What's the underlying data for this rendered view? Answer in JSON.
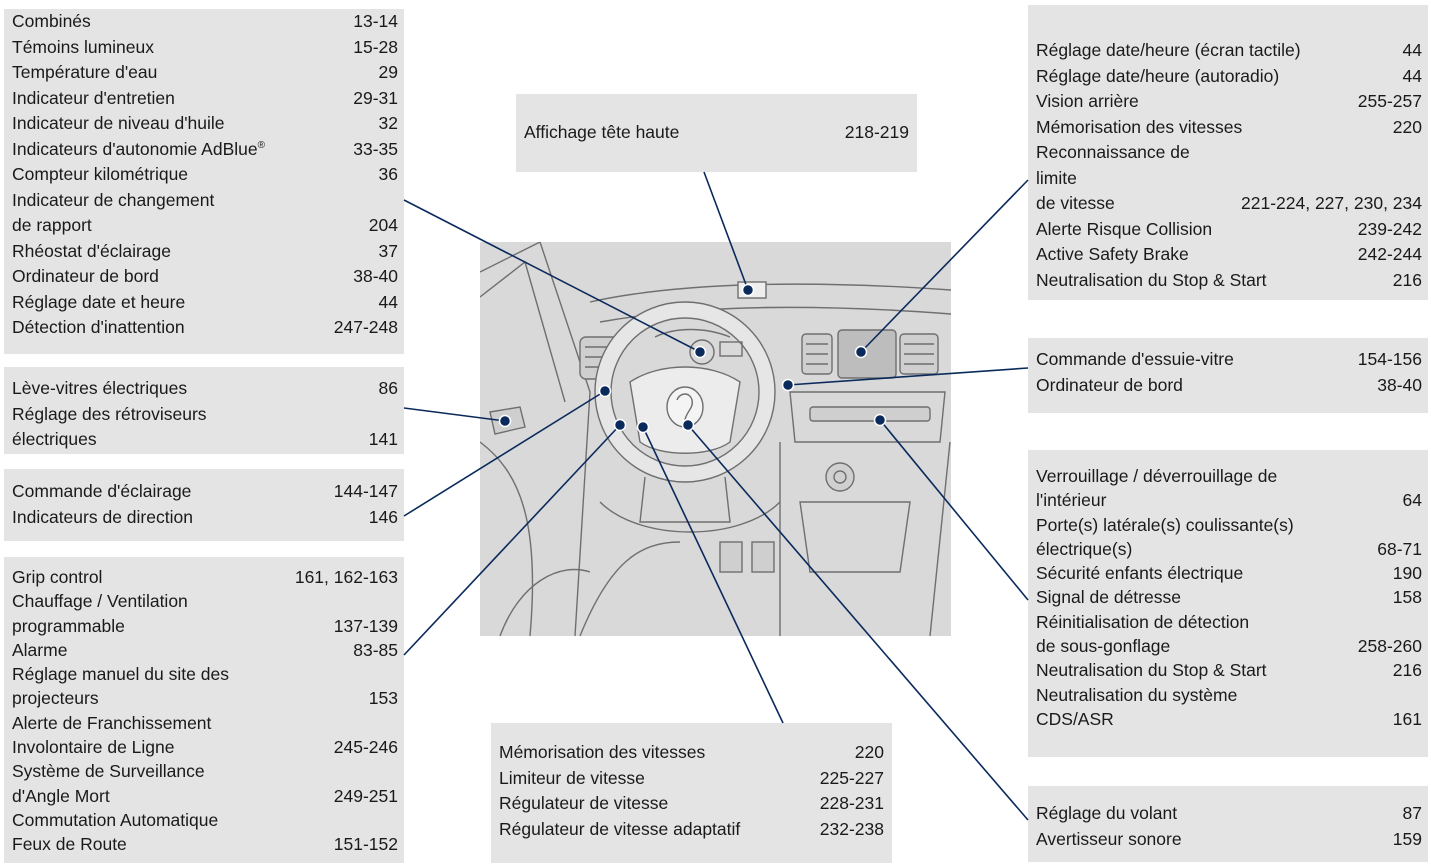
{
  "panels": {
    "combines": [
      {
        "t": "Combinés",
        "p": "13-14"
      },
      {
        "t": "Témoins lumineux",
        "p": "15-28"
      },
      {
        "t": "Température d'eau",
        "p": "29"
      },
      {
        "t": "Indicateur d'entretien",
        "p": "29-31"
      },
      {
        "t": "Indicateur de niveau d'huile",
        "p": "32"
      },
      {
        "t": "Indicateurs d'autonomie AdBlue",
        "sup": "®",
        "p": "33-35"
      },
      {
        "t": "Compteur kilométrique",
        "p": "36"
      },
      {
        "t": "Indicateur de changement\n  de rapport",
        "p": "204"
      },
      {
        "t": "Rhéostat d'éclairage",
        "p": "37"
      },
      {
        "t": "Ordinateur de bord",
        "p": "38-40"
      },
      {
        "t": "Réglage date et heure",
        "p": "44"
      },
      {
        "t": "Détection d'inattention",
        "p": "247-248"
      }
    ],
    "leve": [
      {
        "t": "Lève-vitres électriques",
        "p": "86"
      },
      {
        "t": "Réglage des rétroviseurs\n  électriques",
        "p": "141"
      }
    ],
    "eclairage": [
      {
        "t": "Commande d'éclairage",
        "p": "144-147"
      },
      {
        "t": "Indicateurs de direction",
        "p": "146"
      }
    ],
    "grip": [
      {
        "t": "Grip control",
        "p": "161, 162-163"
      },
      {
        "t": "Chauffage / Ventilation\n  programmable",
        "p": "137-139"
      },
      {
        "t": "Alarme",
        "p": "83-85"
      },
      {
        "t": "Réglage manuel du site des\n  projecteurs",
        "p": "153"
      },
      {
        "t": "Alerte de Franchissement\n  Involontaire de Ligne",
        "p": "245-246"
      },
      {
        "t": "Système de Surveillance\n  d'Angle Mort",
        "p": "249-251"
      },
      {
        "t": "Commutation Automatique\n  Feux de Route",
        "p": "151-152"
      }
    ],
    "hud": [
      {
        "t": "Affichage tête haute",
        "p": "218-219"
      }
    ],
    "reglage": [
      {
        "t": "Réglage date/heure (écran tactile)",
        "p": "44"
      },
      {
        "t": "Réglage date/heure (autoradio)",
        "p": "44"
      },
      {
        "t": "Vision arrière",
        "p": "255-257"
      },
      {
        "t": "Mémorisation des vitesses",
        "p": "220"
      },
      {
        "t": "Reconnaissance de limite\n  de vitesse",
        "p": "221-224, 227, 230, 234"
      },
      {
        "t": "Alerte Risque Collision",
        "p": "239-242"
      },
      {
        "t": "Active Safety Brake",
        "p": "242-244"
      },
      {
        "t": "Neutralisation du Stop & Start",
        "p": "216"
      }
    ],
    "essuie": [
      {
        "t": "Commande d'essuie-vitre",
        "p": "154-156"
      },
      {
        "t": "Ordinateur de bord",
        "p": "38-40"
      }
    ],
    "verrouillage": [
      {
        "t": "Verrouillage / déverrouillage de\n  l'intérieur",
        "p": "64"
      },
      {
        "t": "Porte(s) latérale(s) coulissante(s)\n  électrique(s)",
        "p": "68-71"
      },
      {
        "t": "Sécurité enfants électrique",
        "p": "190"
      },
      {
        "t": "Signal de détresse",
        "p": "158"
      },
      {
        "t": "Réinitialisation de détection\n  de sous-gonflage",
        "p": "258-260"
      },
      {
        "t": "Neutralisation du Stop & Start",
        "p": "216"
      },
      {
        "t": "Neutralisation du système\n  CDS/ASR",
        "p": "161"
      }
    ],
    "volant": [
      {
        "t": "Réglage du volant",
        "p": "87"
      },
      {
        "t": "Avertisseur sonore",
        "p": "159"
      }
    ],
    "vitesses": [
      {
        "t": "Mémorisation des vitesses",
        "p": "220"
      },
      {
        "t": "Limiteur de vitesse",
        "p": "225-227"
      },
      {
        "t": "Régulateur de vitesse",
        "p": "228-231"
      },
      {
        "t": "Régulateur de vitesse adaptatif",
        "p": "232-238"
      }
    ]
  },
  "colors": {
    "panel_bg": "#e4e4e4",
    "leader_line": "#0b2a5c",
    "illustration_bg": "#d9d9d9",
    "illustration_stroke": "#6f6f6f"
  },
  "icons": {
    "logo": "peugeot-lion-logo"
  }
}
